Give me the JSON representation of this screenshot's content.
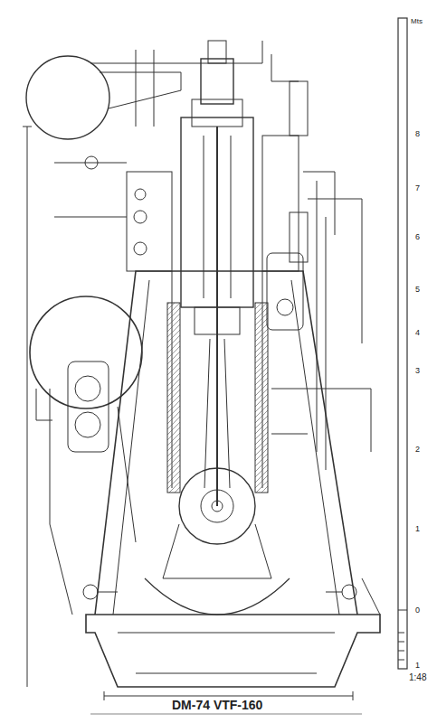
{
  "diagram": {
    "title": "DM-74 VTF-160",
    "labels": [
      "Mts",
      "8",
      "7",
      "6",
      "5",
      "4",
      "3",
      "2",
      "1",
      "0",
      "1",
      "1:48"
    ]
  }
}
